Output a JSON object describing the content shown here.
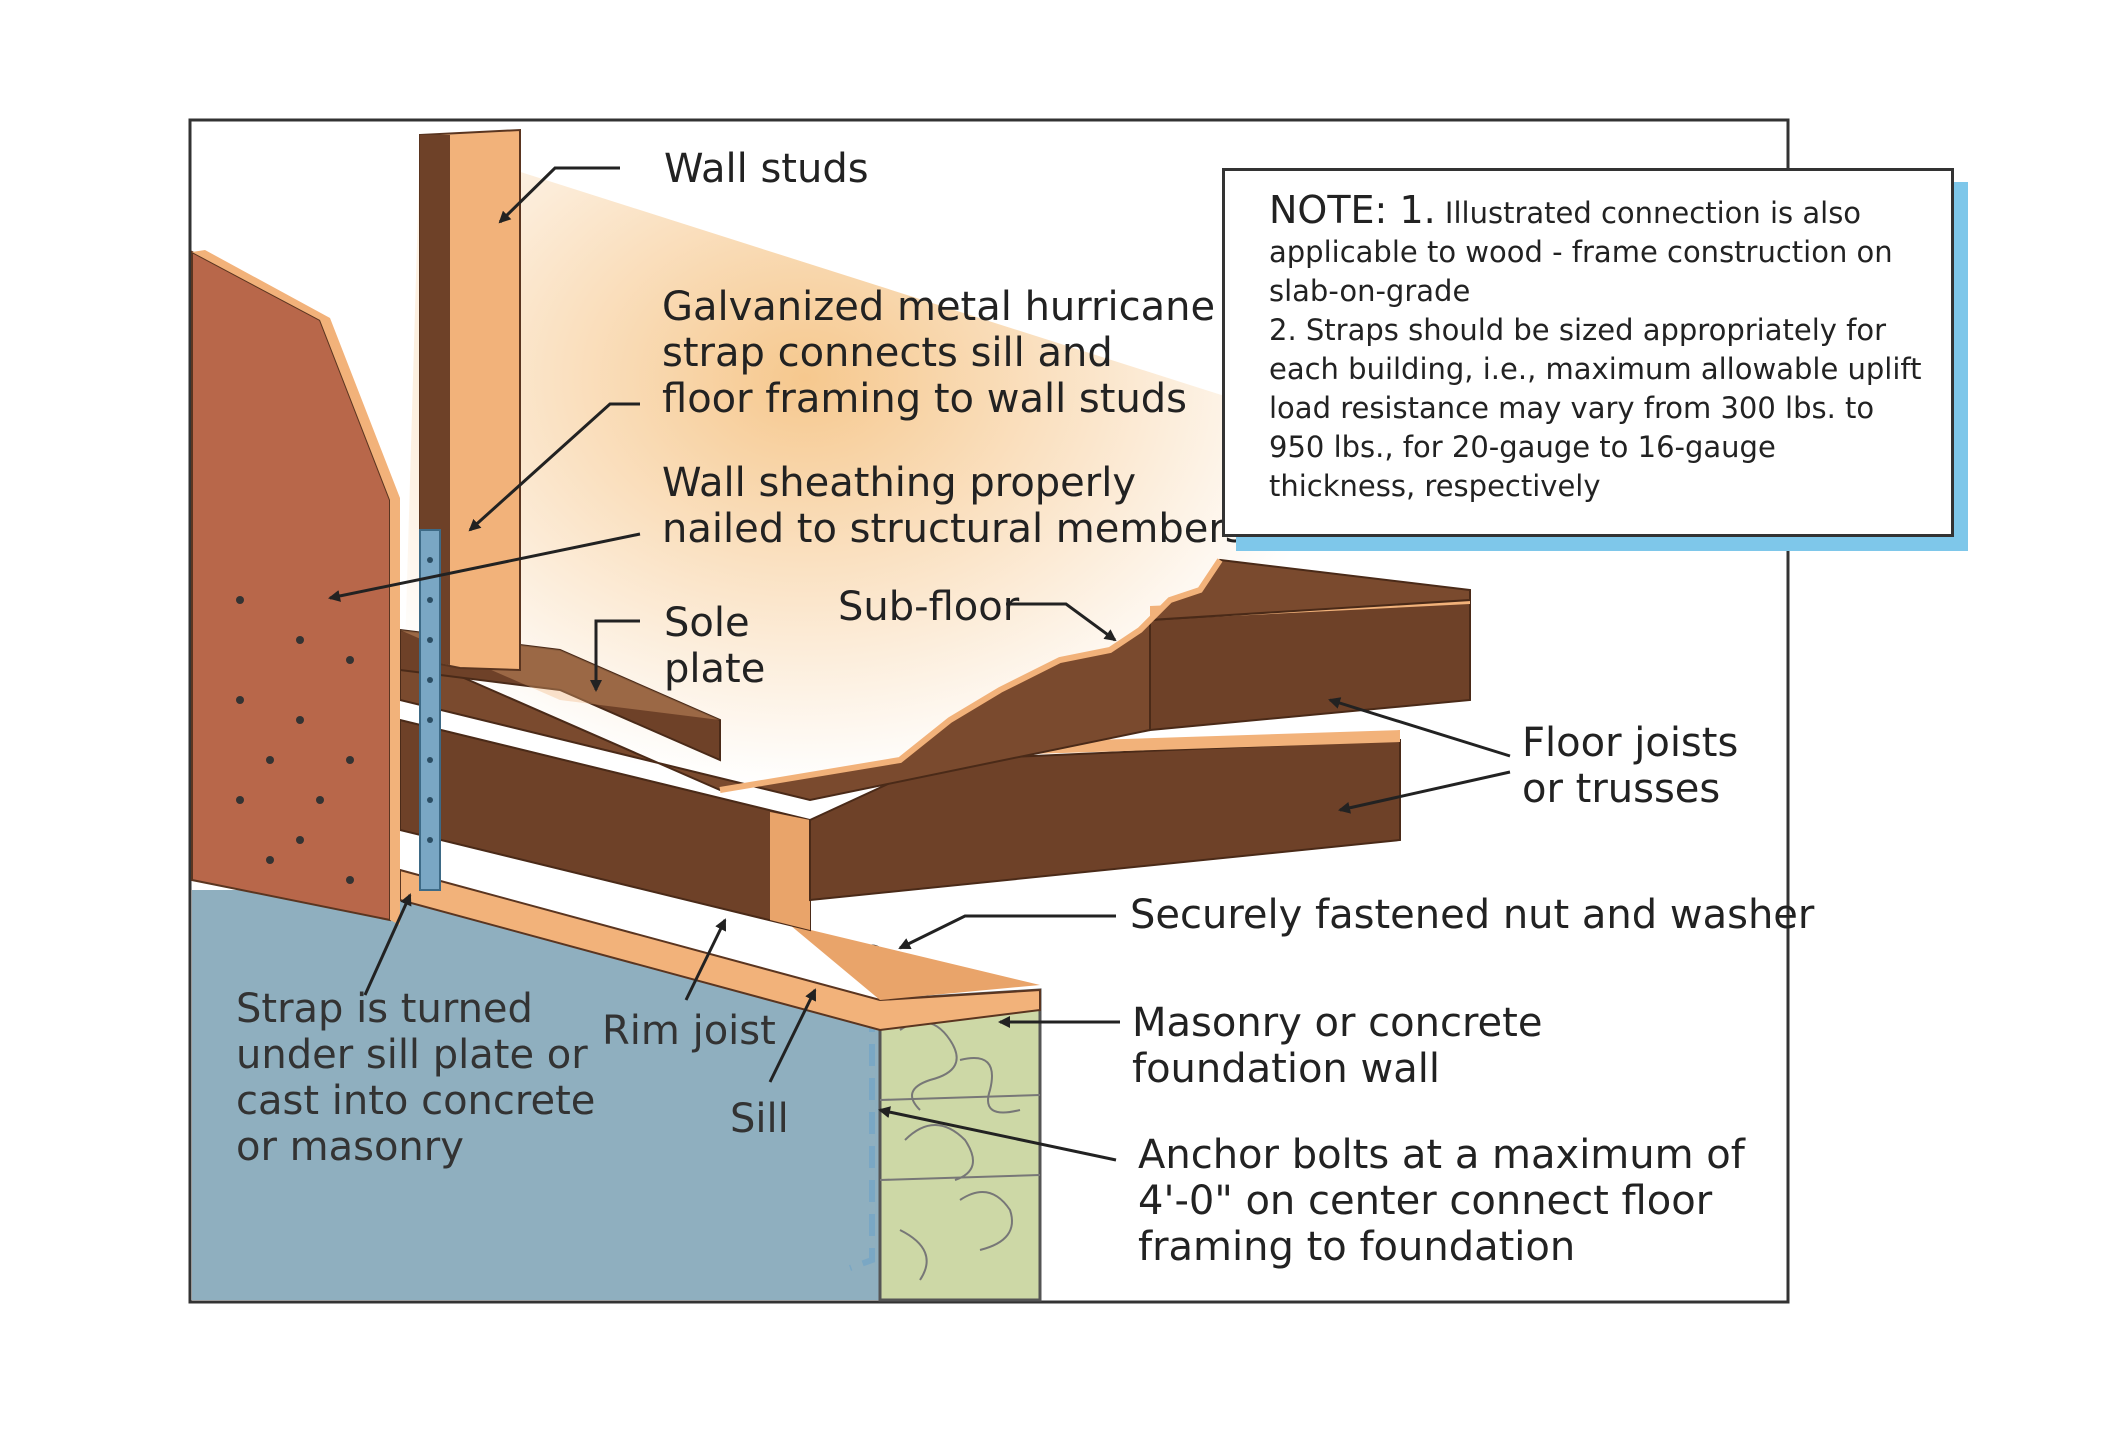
{
  "labels": {
    "wall_studs": "Wall studs",
    "hurricane_strap": [
      "Galvanized metal hurricane",
      "strap connects sill and",
      "floor framing to wall studs"
    ],
    "wall_sheathing": [
      "Wall sheathing properly",
      "nailed to structural members"
    ],
    "sole_plate": [
      "Sole",
      "plate"
    ],
    "sub_floor": "Sub-floor",
    "floor_joists": [
      "Floor joists",
      "or trusses"
    ],
    "nut_washer": "Securely fastened nut  and washer",
    "foundation_wall": [
      "Masonry or concrete",
      "foundation wall"
    ],
    "anchor_bolts": [
      "Anchor bolts at a maximum of",
      "4'-0\" on center connect floor",
      "framing to foundation"
    ],
    "strap_turned": [
      "Strap is turned",
      "under sill plate or",
      "cast into concrete",
      "or masonry"
    ],
    "rim_joist": "Rim joist",
    "sill": "Sill"
  },
  "note": {
    "head": "NOTE: 1.",
    "line1_rest": "Illustrated connection is also",
    "lines": [
      "applicable to wood - frame construction on",
      "slab-on-grade",
      "2. Straps should be sized appropriately for",
      "each building, i.e., maximum allowable uplift",
      "load resistance may vary from 300 lbs. to",
      "950 lbs., for 20-gauge to 16-gauge",
      "thickness, respectively"
    ]
  },
  "colors": {
    "wood_dark": "#6e4128",
    "wood_light": "#f2b27a",
    "sheathing": "#b8674a",
    "ground": "#8fafbf",
    "masonry": "#cdd8a6",
    "strap": "#7aa7c4",
    "note_shadow": "#7ec7ea"
  }
}
